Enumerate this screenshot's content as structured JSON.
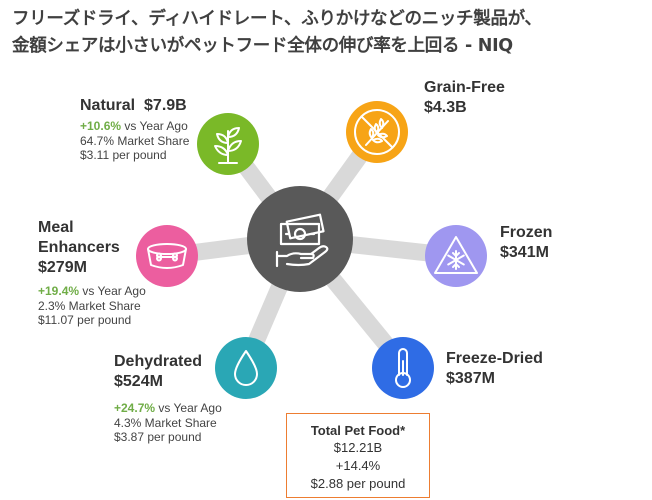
{
  "title": {
    "line1": "フリーズドライ、ディハイドレート、ふりかけなどのニッチ製品が、",
    "line2": "金額シェアは小さいがペットフード全体の伸び率を上回る - NIQ"
  },
  "colors": {
    "hub": "#595959",
    "spoke": "#d9d9d9",
    "natural": "#7ab928",
    "grain_free": "#f7a416",
    "frozen": "#9f97f0",
    "freeze_dried": "#2f6ce5",
    "dehydrated": "#2aa7b5",
    "meal_enhancers": "#ec5e9f",
    "growth": "#70ad47",
    "total_border": "#ed7d31"
  },
  "segments": {
    "natural": {
      "name": "Natural",
      "value": "$7.9B",
      "growth": "+10.6%",
      "growth_suffix": " vs Year Ago",
      "share": "64.7% Market Share",
      "price": "$3.11 per pound",
      "icon": "plant-sprout-icon"
    },
    "grain_free": {
      "name": "Grain-Free",
      "value": "$4.3B",
      "icon": "no-grain-icon"
    },
    "frozen": {
      "name": "Frozen",
      "value": "$341M",
      "icon": "snowflake-icon"
    },
    "freeze_dried": {
      "name": "Freeze-Dried",
      "value": "$387M",
      "icon": "thermometer-icon"
    },
    "dehydrated": {
      "name": "Dehydrated",
      "value": "$524M",
      "growth": "+24.7%",
      "growth_suffix": " vs Year Ago",
      "share": "4.3% Market Share",
      "price": "$3.87 per pound",
      "icon": "water-drop-icon"
    },
    "meal_enhancers": {
      "name_line1": "Meal",
      "name_line2": "Enhancers",
      "value": "$279M",
      "growth": "+19.4%",
      "growth_suffix": " vs Year Ago",
      "share": "2.3% Market Share",
      "price": "$11.07 per pound",
      "icon": "pet-bowl-icon"
    }
  },
  "total": {
    "label": "Total Pet Food*",
    "value": "$12.21B",
    "growth": "+14.4%",
    "price": "$2.88 per pound"
  },
  "hub": {
    "icon": "money-in-hand-icon"
  }
}
